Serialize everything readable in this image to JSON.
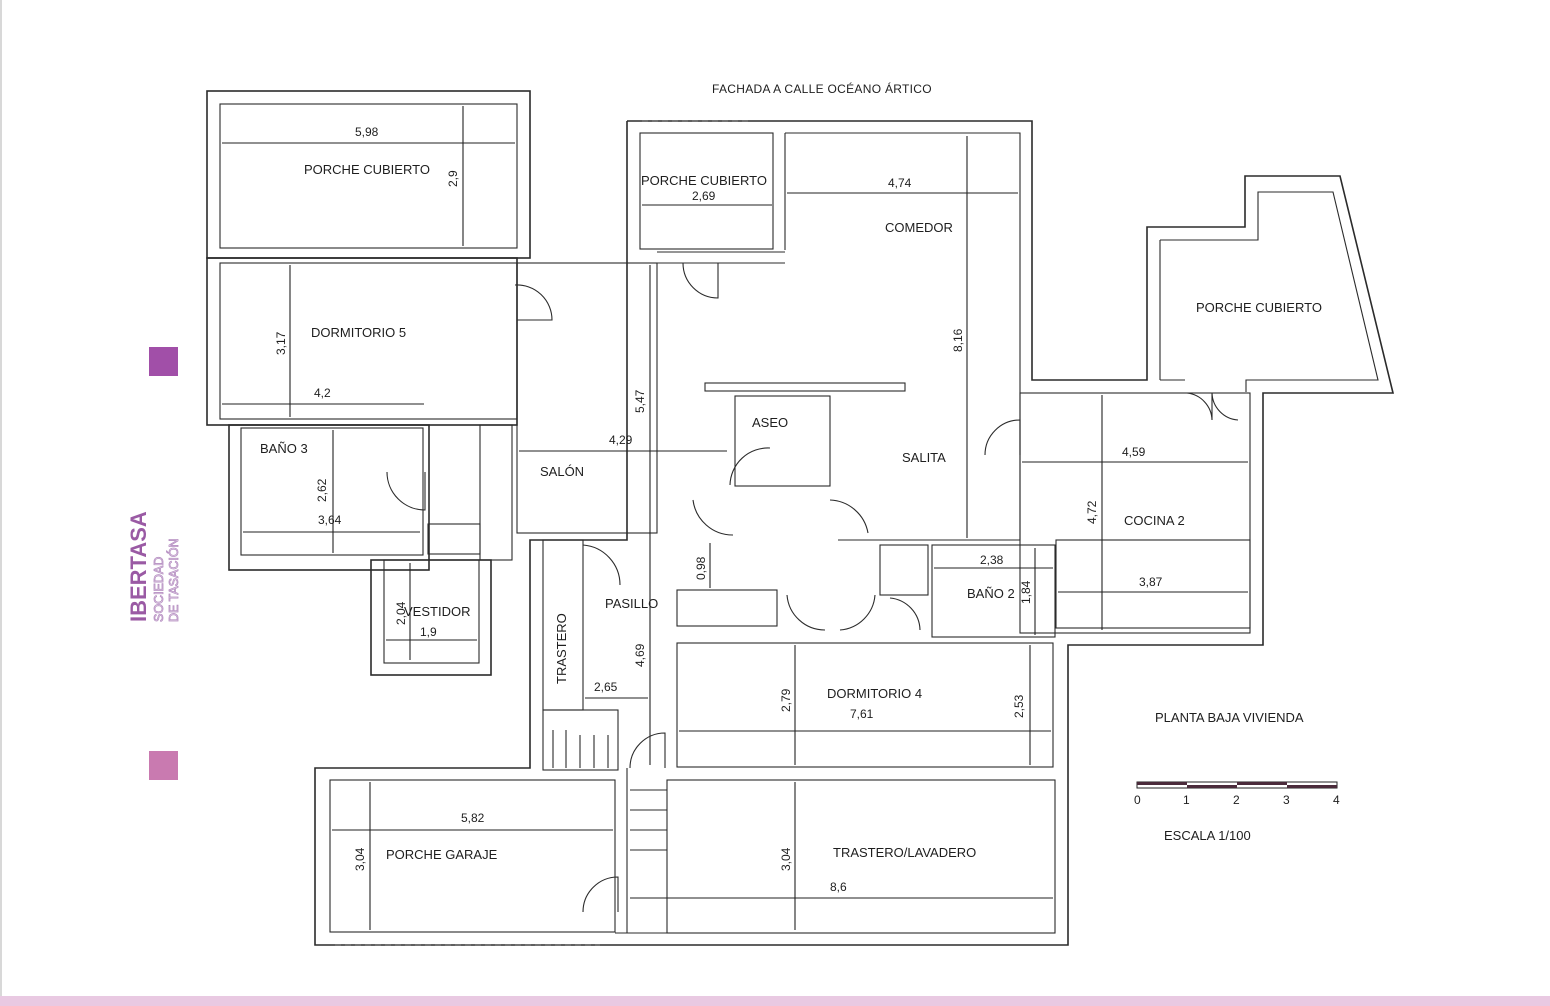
{
  "header": {
    "facade_label": "FACHADA A CALLE OCÉANO ÁRTICO"
  },
  "brand": {
    "name": "IBERTASA",
    "line1": "SOCIEDAD",
    "line2": "DE TASACIÓN",
    "square_top_color": "#a14fa8",
    "square_bottom_color": "#c97ab0"
  },
  "plan": {
    "title": "PLANTA BAJA VIVIENDA",
    "scale_label": "ESCALA 1/100",
    "scale_ticks": [
      "0",
      "1",
      "2",
      "3",
      "4"
    ]
  },
  "rooms": {
    "porche_top_left": {
      "label": "PORCHE CUBIERTO",
      "w": "5,98",
      "h": "2,9"
    },
    "porche_mid": {
      "label": "PORCHE CUBIERTO",
      "w": "2,69"
    },
    "comedor": {
      "label": "COMEDOR",
      "w": "4,74",
      "h": "8,16"
    },
    "porche_right": {
      "label": "PORCHE CUBIERTO"
    },
    "dormitorio5": {
      "label": "DORMITORIO 5",
      "w": "4,2",
      "h": "3,17"
    },
    "salon": {
      "label": "SALÓN",
      "w": "4,29",
      "h": "5,47"
    },
    "aseo": {
      "label": "ASEO"
    },
    "salita": {
      "label": "SALITA"
    },
    "bano3": {
      "label": "BAÑO 3",
      "w": "3,64",
      "h": "2,62"
    },
    "cocina2": {
      "label": "COCINA 2",
      "w": "4,59",
      "w2": "3,87",
      "h": "4,72"
    },
    "vestidor": {
      "label": "VESTIDOR",
      "w": "1,9",
      "h": "2,04"
    },
    "trastero": {
      "label": "TRASTERO"
    },
    "pasillo": {
      "label": "PASILLO",
      "w": "2,65",
      "h": "4,69",
      "h2": "0,98"
    },
    "bano2": {
      "label": "BAÑO 2",
      "w": "2,38",
      "h": "1,84"
    },
    "dormitorio4": {
      "label": "DORMITORIO 4",
      "w": "7,61",
      "h": "2,79",
      "h2": "2,53"
    },
    "porche_garaje": {
      "label": "PORCHE GARAJE",
      "w": "5,82",
      "h": "3,04"
    },
    "trastero_lavadero": {
      "label": "TRASTERO/LAVADERO",
      "w": "8,6",
      "h": "3,04"
    }
  }
}
